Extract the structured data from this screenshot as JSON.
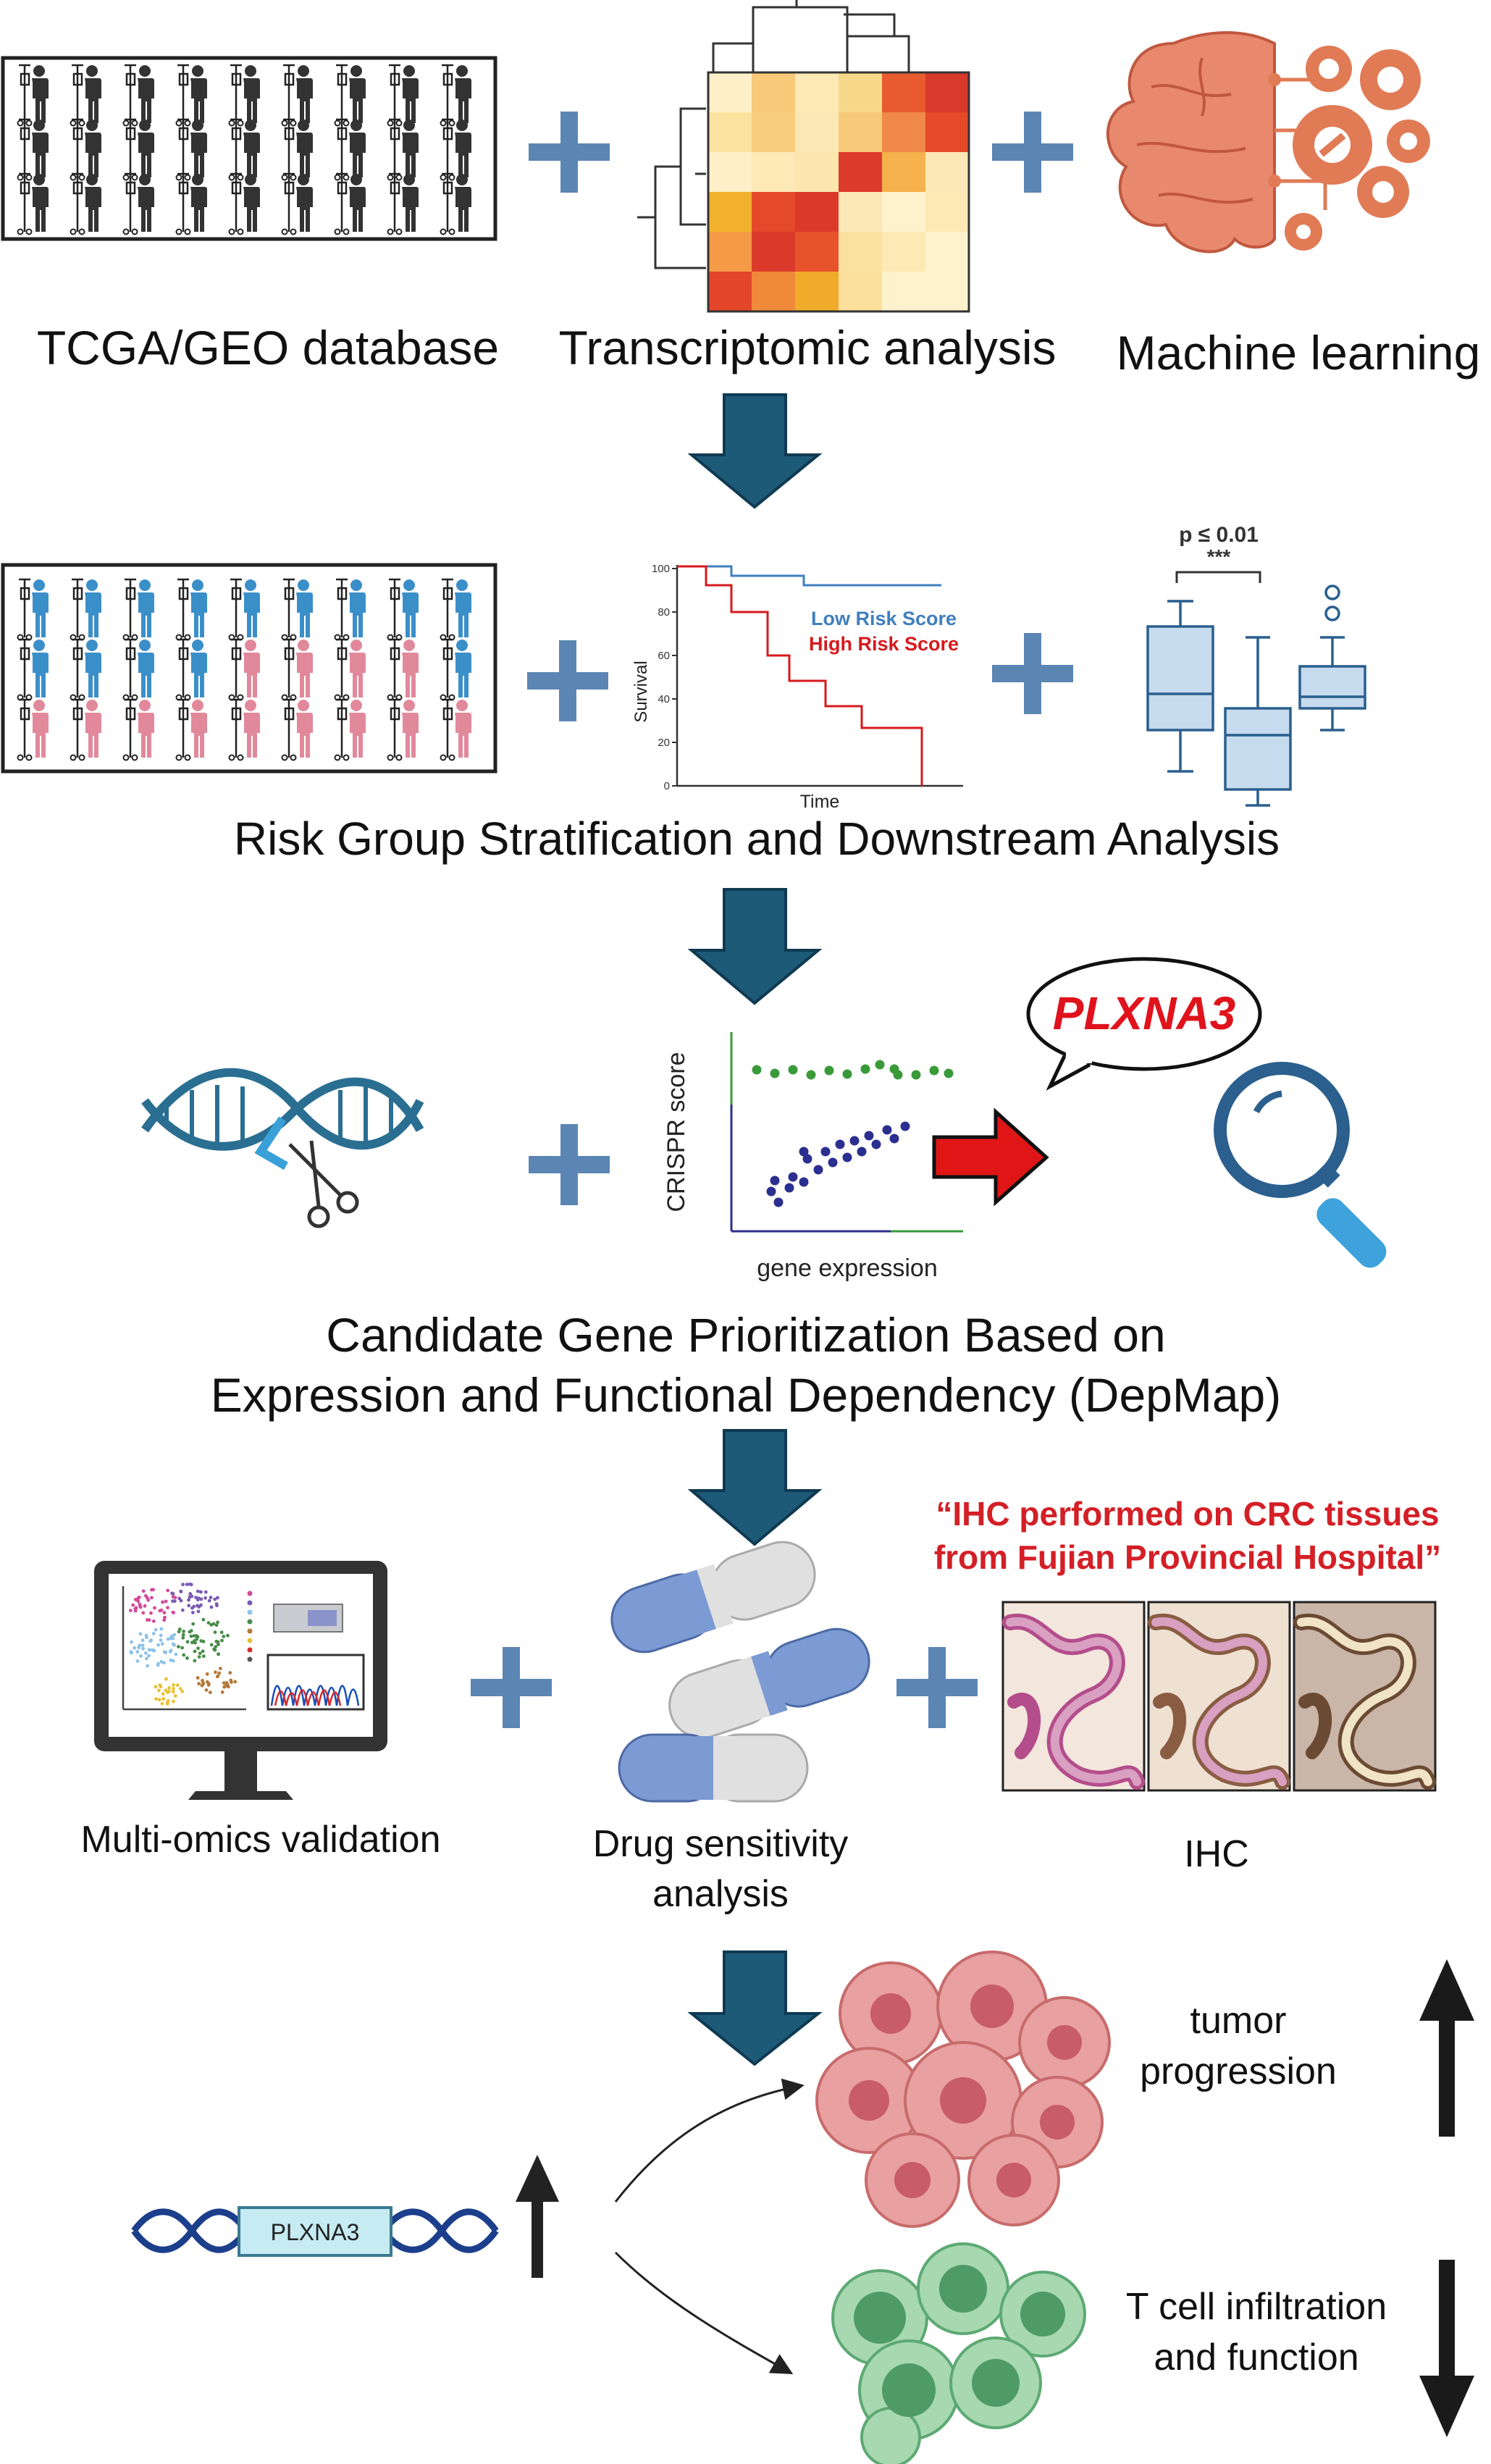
{
  "row1": {
    "labels": [
      "TCGA/GEO database",
      "Transcriptomic analysis",
      "Machine learning"
    ]
  },
  "row2": {
    "km": {
      "y_axis_label": "Survival",
      "x_axis_label": "Time",
      "ticks": [
        "100",
        "80",
        "60",
        "40",
        "20",
        "0"
      ],
      "legend_low": "Low Risk Score",
      "legend_high": "High Risk Score"
    },
    "boxplot": {
      "pvalue": "p ≤ 0.01",
      "stars": "***"
    },
    "label": "Risk Group Stratification and Downstream Analysis"
  },
  "row3": {
    "scatter": {
      "y_axis_label": "CRISPR score",
      "x_axis_label": "gene expression"
    },
    "gene_bubble": "PLXNA3",
    "label_line1": "Candidate Gene Prioritization Based on",
    "label_line2": "Expression and Functional Dependency (DepMap)"
  },
  "row4": {
    "quote_line1": "“IHC performed on CRC tissues",
    "quote_line2": "from Fujian Provincial Hospital”",
    "labels": {
      "multiomics": "Multi-omics validation",
      "drug_line1": "Drug sensitivity",
      "drug_line2": "analysis",
      "ihc": "IHC"
    }
  },
  "row5": {
    "gene_box": "PLXNA3",
    "tumor_line1": "tumor",
    "tumor_line2": "progression",
    "tcell_line1": "T cell infiltration",
    "tcell_line2": "and function"
  },
  "colors": {
    "arrow_blue": "#1d5a78",
    "plus_blue": "#5b86b3",
    "patient_blue": "#3b8fc9",
    "patient_pink": "#e1899b",
    "low_risk": "#3f7fbf",
    "high_risk": "#d7191c",
    "red_text": "#d41f26"
  }
}
